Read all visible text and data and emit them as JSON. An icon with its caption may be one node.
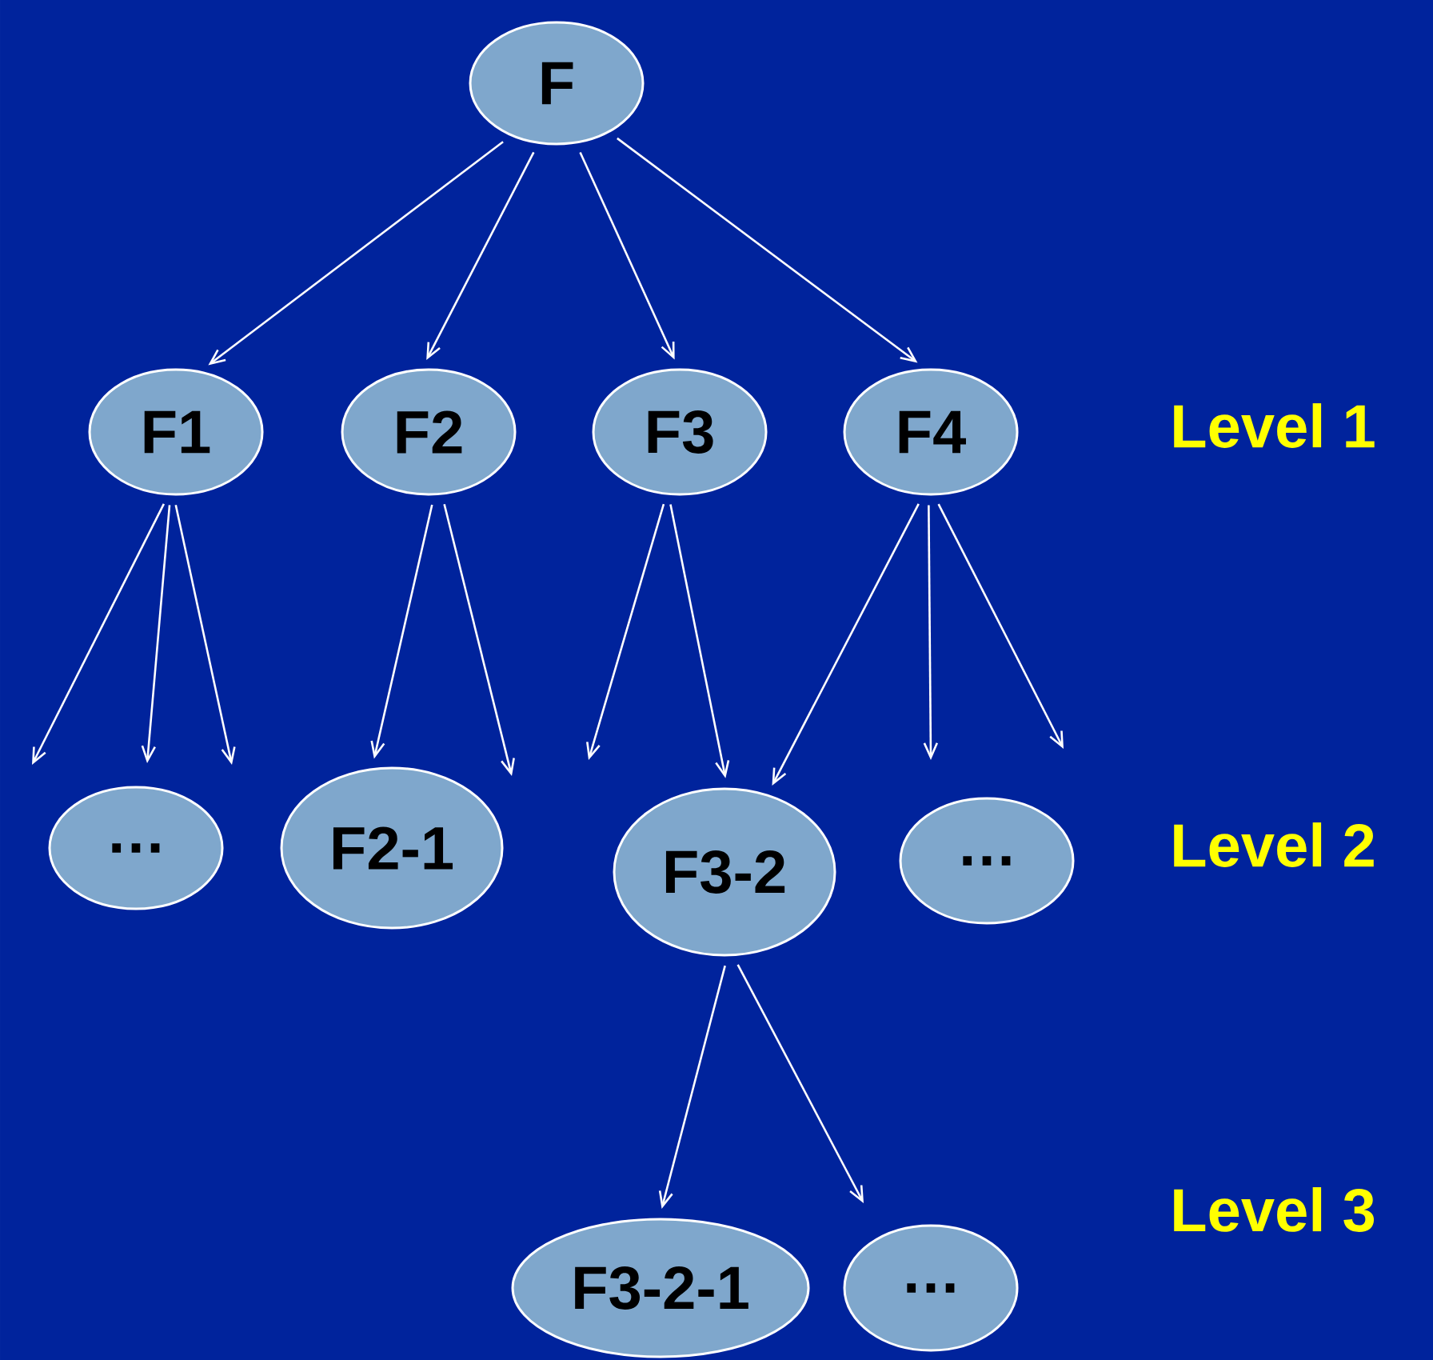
{
  "diagram": {
    "nodes": [
      {
        "text": [
          "F"
        ]
      },
      {
        "text": [
          "F1"
        ]
      },
      {
        "text": [
          "F2"
        ]
      },
      {
        "text": [
          "F3"
        ]
      },
      {
        "text": [
          "F4"
        ]
      },
      {
        "text": [
          "…"
        ]
      },
      {
        "text": [
          "F2-1"
        ]
      },
      {
        "text": [
          "F3-2"
        ]
      },
      {
        "text": [
          "…"
        ]
      },
      {
        "text": [
          "F3-2-1"
        ]
      },
      {
        "text": [
          "…"
        ]
      }
    ],
    "edges": [
      {
        "from": 0,
        "to": 1,
        "arrow": "to"
      },
      {
        "from": 0,
        "to": 2,
        "arrow": "to"
      },
      {
        "from": 0,
        "to": 3,
        "arrow": "to"
      },
      {
        "from": 0,
        "to": 4,
        "arrow": "to"
      },
      {
        "from": 1,
        "to": null,
        "arrow": "to"
      },
      {
        "from": 1,
        "to": null,
        "arrow": "to"
      },
      {
        "from": 1,
        "to": null,
        "arrow": "to"
      },
      {
        "from": 2,
        "to": 6,
        "arrow": "to"
      },
      {
        "from": 2,
        "to": null,
        "arrow": "to"
      },
      {
        "from": 3,
        "to": null,
        "arrow": "to"
      },
      {
        "from": 3,
        "to": 7,
        "arrow": "to"
      },
      {
        "from": 4,
        "to": 7,
        "arrow": "to"
      },
      {
        "from": 4,
        "to": null,
        "arrow": "to"
      },
      {
        "from": 4,
        "to": null,
        "arrow": "to"
      },
      {
        "from": 7,
        "to": 9,
        "arrow": "to"
      },
      {
        "from": 7,
        "to": null,
        "arrow": "to"
      }
    ],
    "labels": [
      "Level 1",
      "Level 2",
      "Level 3"
    ]
  }
}
